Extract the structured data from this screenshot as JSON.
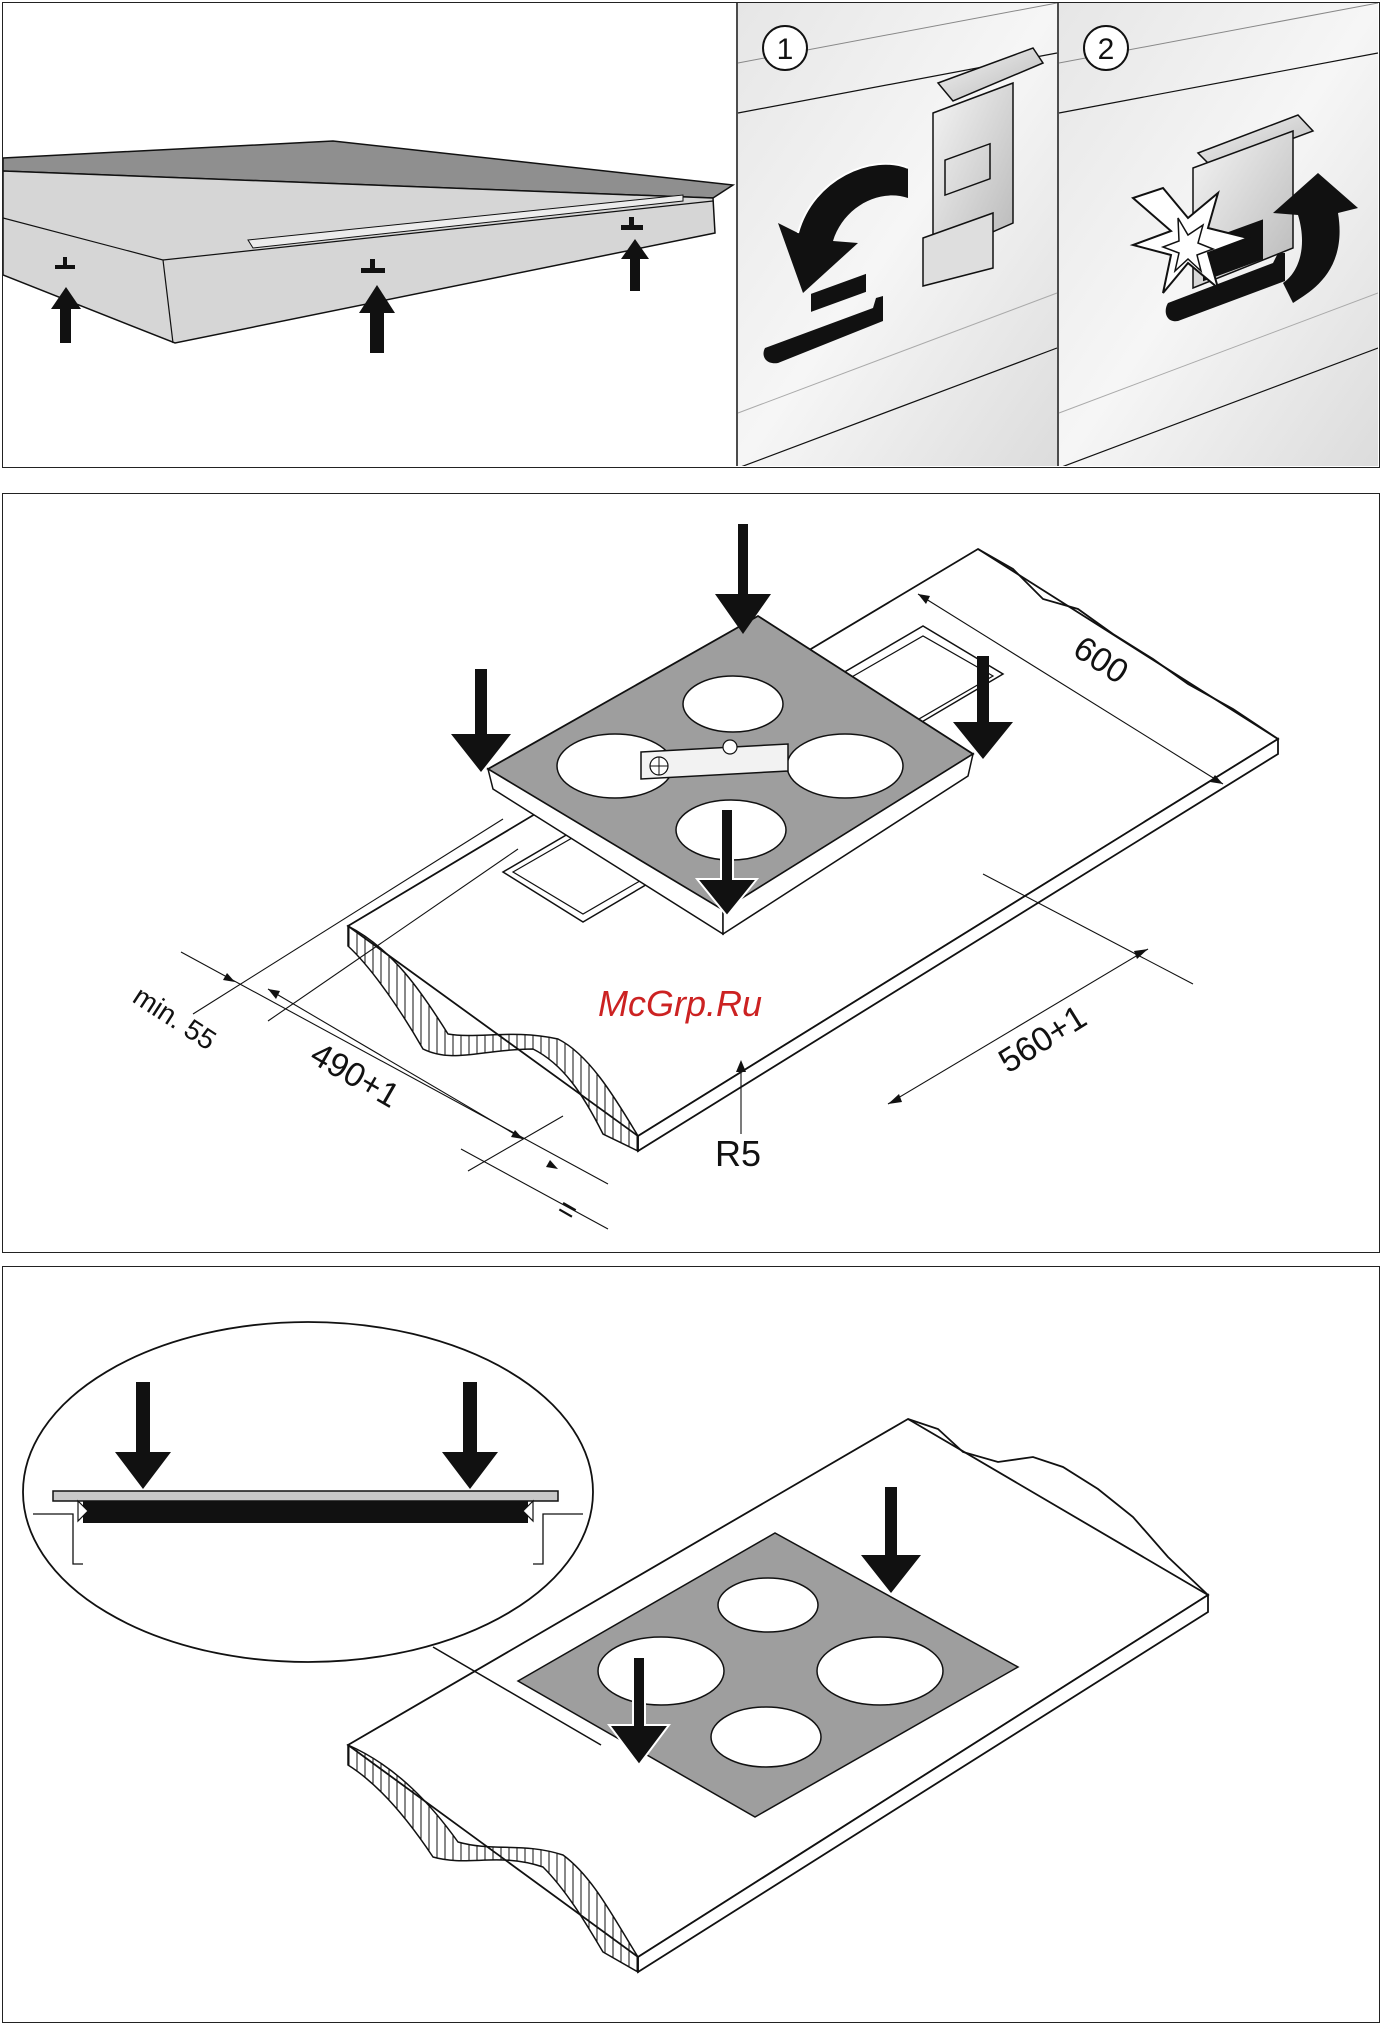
{
  "top_panel": {
    "step_1_label": "1",
    "step_2_label": "2"
  },
  "middle_panel": {
    "dimension_600": "600",
    "dimension_560": "560+1",
    "dimension_490": "490+1",
    "dimension_min55": "min. 55",
    "radius_label": "R5",
    "equal_sign": "=",
    "watermark": "McGrp.Ru"
  },
  "colors": {
    "hob_surface": "#9e9e9e",
    "outline": "#111111",
    "arrow": "#111111",
    "watermark": "#cc2222"
  }
}
